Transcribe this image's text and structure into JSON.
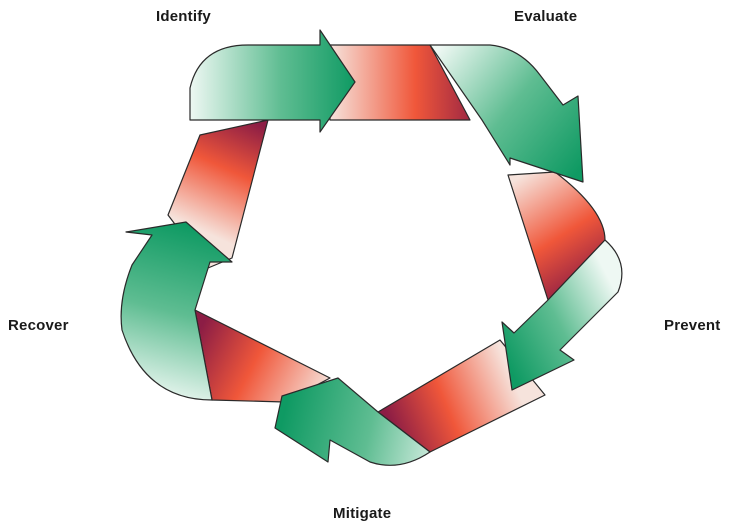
{
  "diagram": {
    "stages": [
      {
        "label": "Identify"
      },
      {
        "label": "Evaluate"
      },
      {
        "label": "Prevent"
      },
      {
        "label": "Mitigate"
      },
      {
        "label": "Recover"
      }
    ],
    "colors": {
      "green": "#0f9a63",
      "green_light": "#e4f3ec",
      "red": "#f0573a",
      "red_light": "#f7dcd3",
      "maroon": "#8c1d45",
      "outline": "#2a2a2a"
    }
  }
}
